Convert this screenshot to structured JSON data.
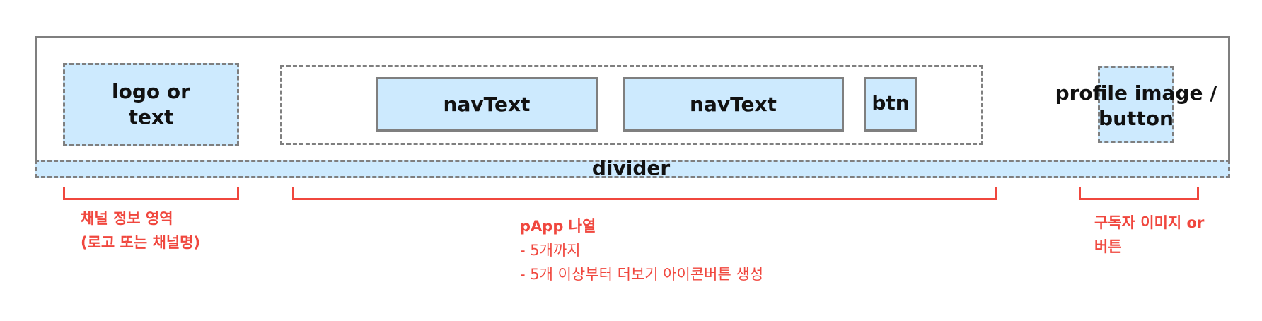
{
  "boxes": {
    "logo": "logo or\ntext",
    "nav1": "navText",
    "nav2": "navText",
    "btn": "btn",
    "profile": "profile image /\nbutton",
    "divider": "divider"
  },
  "annotations": {
    "channel": {
      "line1": "채널 정보 영역",
      "line2": "(로고 또는 채널명)"
    },
    "papp": {
      "title": "pApp 나열",
      "item1": "- 5개까지",
      "item2": "- 5개 이상부터 더보기 아이콘버튼 생성"
    },
    "subscriber": {
      "line1": "구독자 이미지 or",
      "line2": "버튼"
    }
  },
  "colors": {
    "fill": "#cdeafe",
    "border": "#7f7f7f",
    "accent": "#f0473e"
  }
}
